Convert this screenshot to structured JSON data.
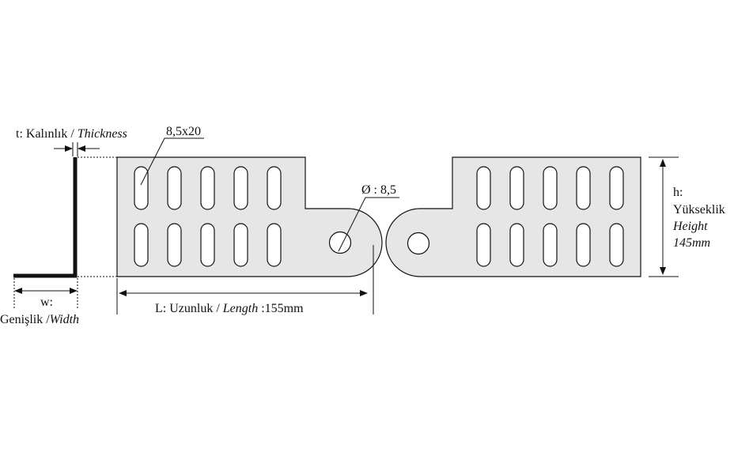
{
  "colors": {
    "plate_fill": "#e6e6e6",
    "line": "#111111",
    "profile": "#111111"
  },
  "labels": {
    "thickness_prefix": "t: Kalınlık /",
    "thickness_en": "Thickness",
    "slot_size": "8,5x20",
    "hole_dia": "Ø : 8,5",
    "width_prefix": "w:",
    "width_tr": "Genişlik /",
    "width_en": "Width",
    "length_prefix": "L: Uzunluk /",
    "length_en": "Length",
    "length_value": ":155mm",
    "height_prefix": "h:",
    "height_tr": "Yükseklik",
    "height_en": "Height",
    "height_value": "145mm"
  }
}
